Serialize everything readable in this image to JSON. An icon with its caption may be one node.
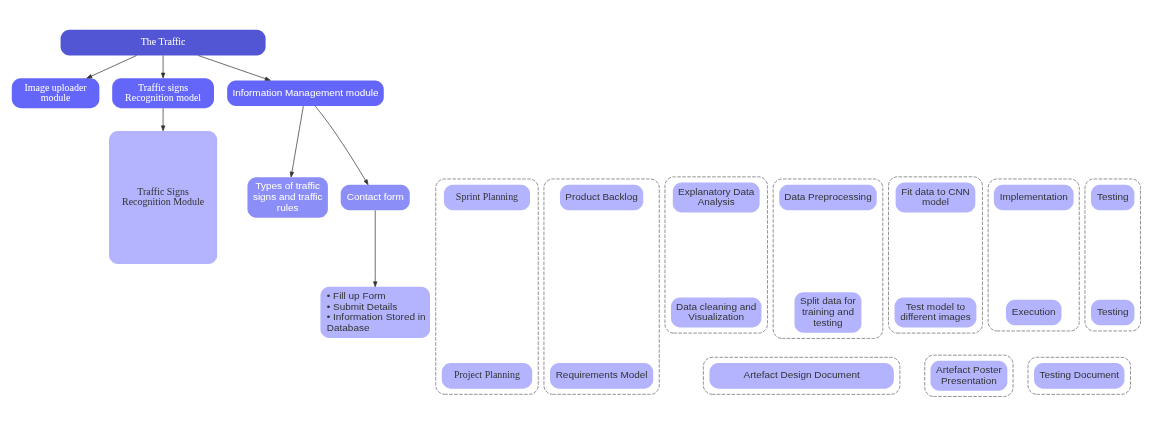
{
  "diagram": {
    "nodes": [
      {
        "text": [
          "The Traffic"
        ]
      },
      {
        "text": [
          "Image uploader module"
        ]
      },
      {
        "text": [
          "Traffic signs Recognition model"
        ]
      },
      {
        "text": [
          "Information Management module"
        ]
      },
      {
        "text": [
          "Types of traffic signs and traffic rules"
        ]
      },
      {
        "text": [
          "Contact form"
        ]
      },
      {
        "text": [
          "• Fill up Form",
          "• Submit Details",
          "• Information Stored in Database"
        ]
      },
      {
        "text": [
          "Traffic Signs Recognition Module"
        ]
      },
      {
        "text": [],
        "shape": "box"
      },
      {
        "text": [
          "Sprint Planning"
        ],
        "in": 8
      },
      {
        "text": [
          "Project Planning"
        ],
        "in": 8
      },
      {
        "text": [],
        "shape": "box"
      },
      {
        "text": [
          "Product Backlog"
        ],
        "in": 11
      },
      {
        "text": [
          "Requirements Model"
        ],
        "in": 11
      },
      {
        "text": [],
        "shape": "box"
      },
      {
        "text": [
          "Explanatory Data Analysis"
        ],
        "in": 14
      },
      {
        "text": [
          "Data cleaning and Visualization"
        ],
        "in": 14
      },
      {
        "text": [],
        "shape": "box"
      },
      {
        "text": [
          "Data Preprocessing"
        ],
        "in": 17
      },
      {
        "text": [
          "Split data for training and testing"
        ],
        "in": 17
      },
      {
        "text": [],
        "shape": "box"
      },
      {
        "text": [
          "Fit data to CNN model"
        ],
        "in": 20
      },
      {
        "text": [
          "Test model to different images"
        ],
        "in": 20
      },
      {
        "text": [],
        "shape": "box"
      },
      {
        "text": [
          "Implementation"
        ],
        "in": 23
      },
      {
        "text": [
          "Execution"
        ],
        "in": 23
      },
      {
        "text": [],
        "shape": "box"
      },
      {
        "text": [
          "Testing"
        ],
        "in": 26
      },
      {
        "text": [
          "Testing"
        ],
        "in": 26
      },
      {
        "text": [],
        "shape": "box"
      },
      {
        "text": [
          "Artefact Design Document"
        ],
        "in": 29
      },
      {
        "text": [],
        "shape": "box"
      },
      {
        "text": [
          "Artefact Poster Presentation"
        ],
        "in": 31
      },
      {
        "text": [],
        "shape": "box"
      },
      {
        "text": [
          "Testing Document"
        ],
        "in": 33
      }
    ],
    "edges": [
      {
        "from": 0,
        "to": 1,
        "arrow": "to"
      },
      {
        "from": 0,
        "to": 2,
        "arrow": "to"
      },
      {
        "from": 0,
        "to": 3,
        "arrow": "to"
      },
      {
        "from": 2,
        "to": 7,
        "arrow": "to"
      },
      {
        "from": 3,
        "to": 5,
        "arrow": "to"
      },
      {
        "from": 3,
        "to": 4,
        "arrow": "to"
      },
      {
        "from": 5,
        "to": 6,
        "arrow": "to"
      }
    ]
  }
}
